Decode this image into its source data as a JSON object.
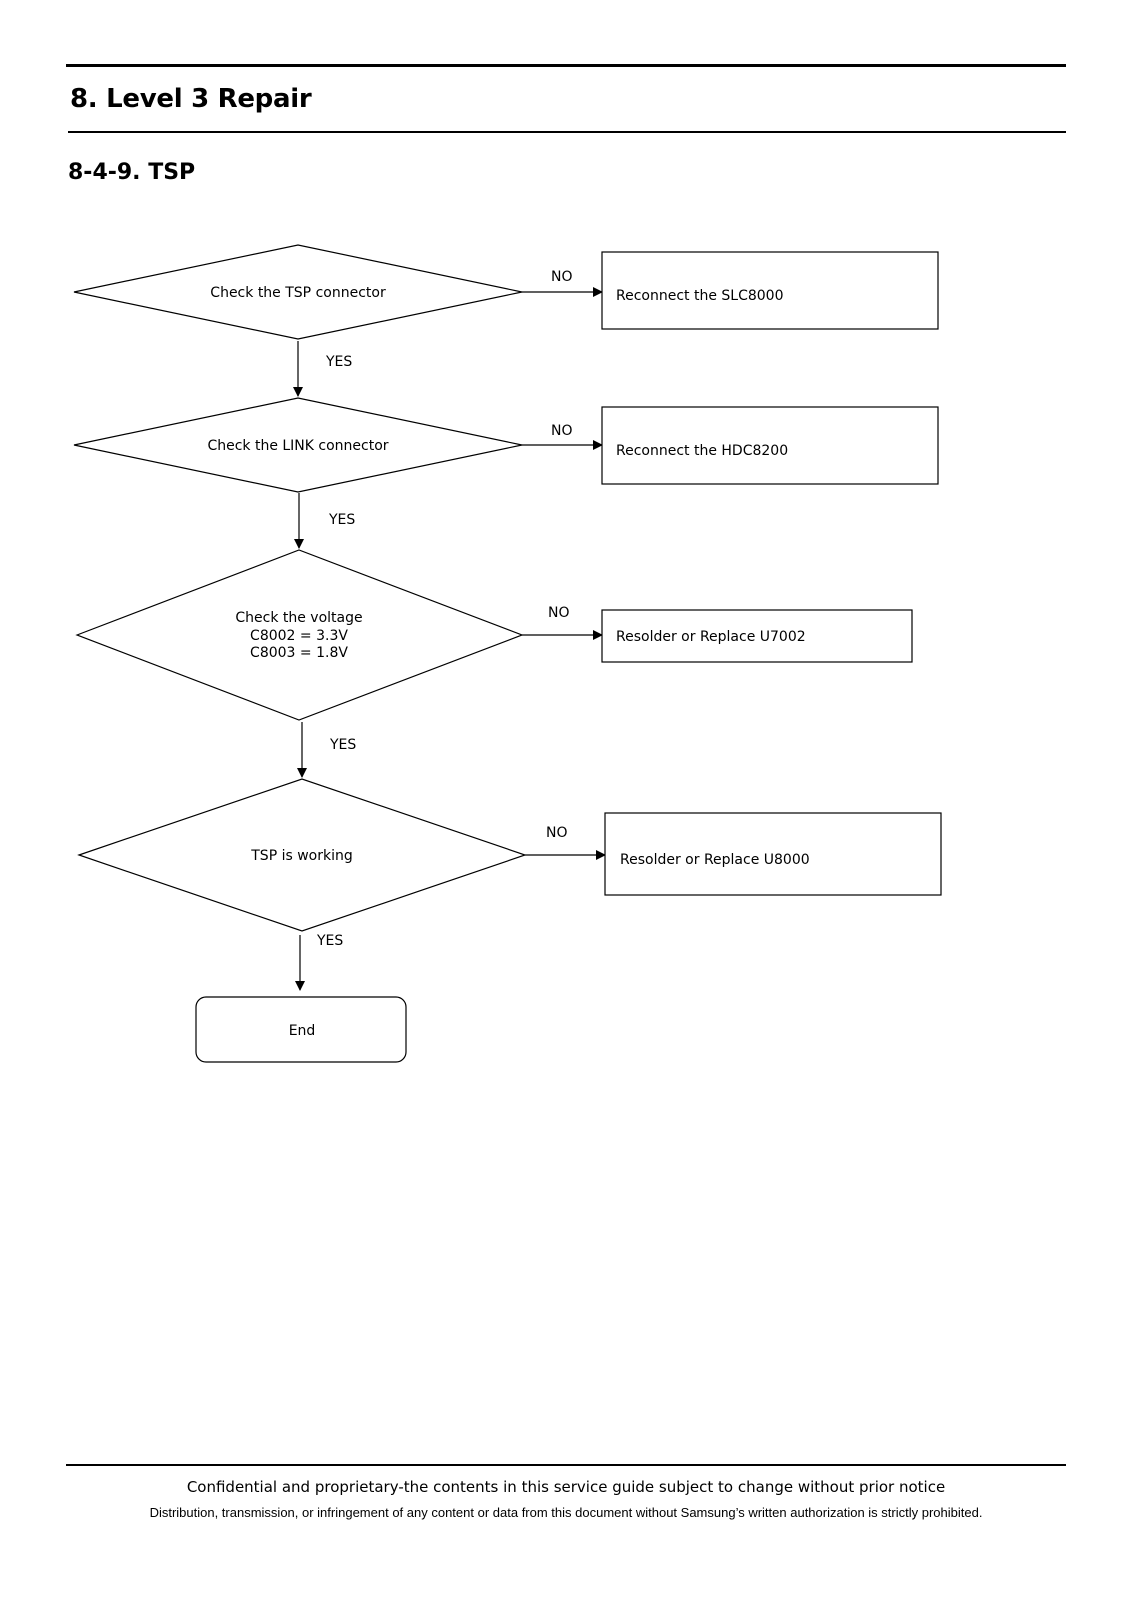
{
  "header": {
    "chapter_title": "8. Level 3 Repair",
    "section_title": "8-4-9. TSP"
  },
  "flowchart": {
    "decisions": [
      {
        "lines": [
          "Check the TSP connector"
        ]
      },
      {
        "lines": [
          "Check the LINK connector"
        ]
      },
      {
        "lines": [
          "Check the voltage",
          "C8002 = 3.3V",
          "C8003 = 1.8V"
        ]
      },
      {
        "lines": [
          "TSP is working"
        ]
      }
    ],
    "actions": [
      "Reconnect the SLC8000",
      "Reconnect the HDC8200",
      "Resolder or Replace U7002",
      "Resolder or Replace U8000"
    ],
    "no_label": "NO",
    "yes_label": "YES",
    "end_label": "End"
  },
  "footer": {
    "line1": "Confidential and proprietary-the contents in this service guide subject to change without prior notice",
    "line2": "Distribution, transmission, or infringement of any content or data from this document without Samsung’s written authorization is strictly prohibited."
  }
}
